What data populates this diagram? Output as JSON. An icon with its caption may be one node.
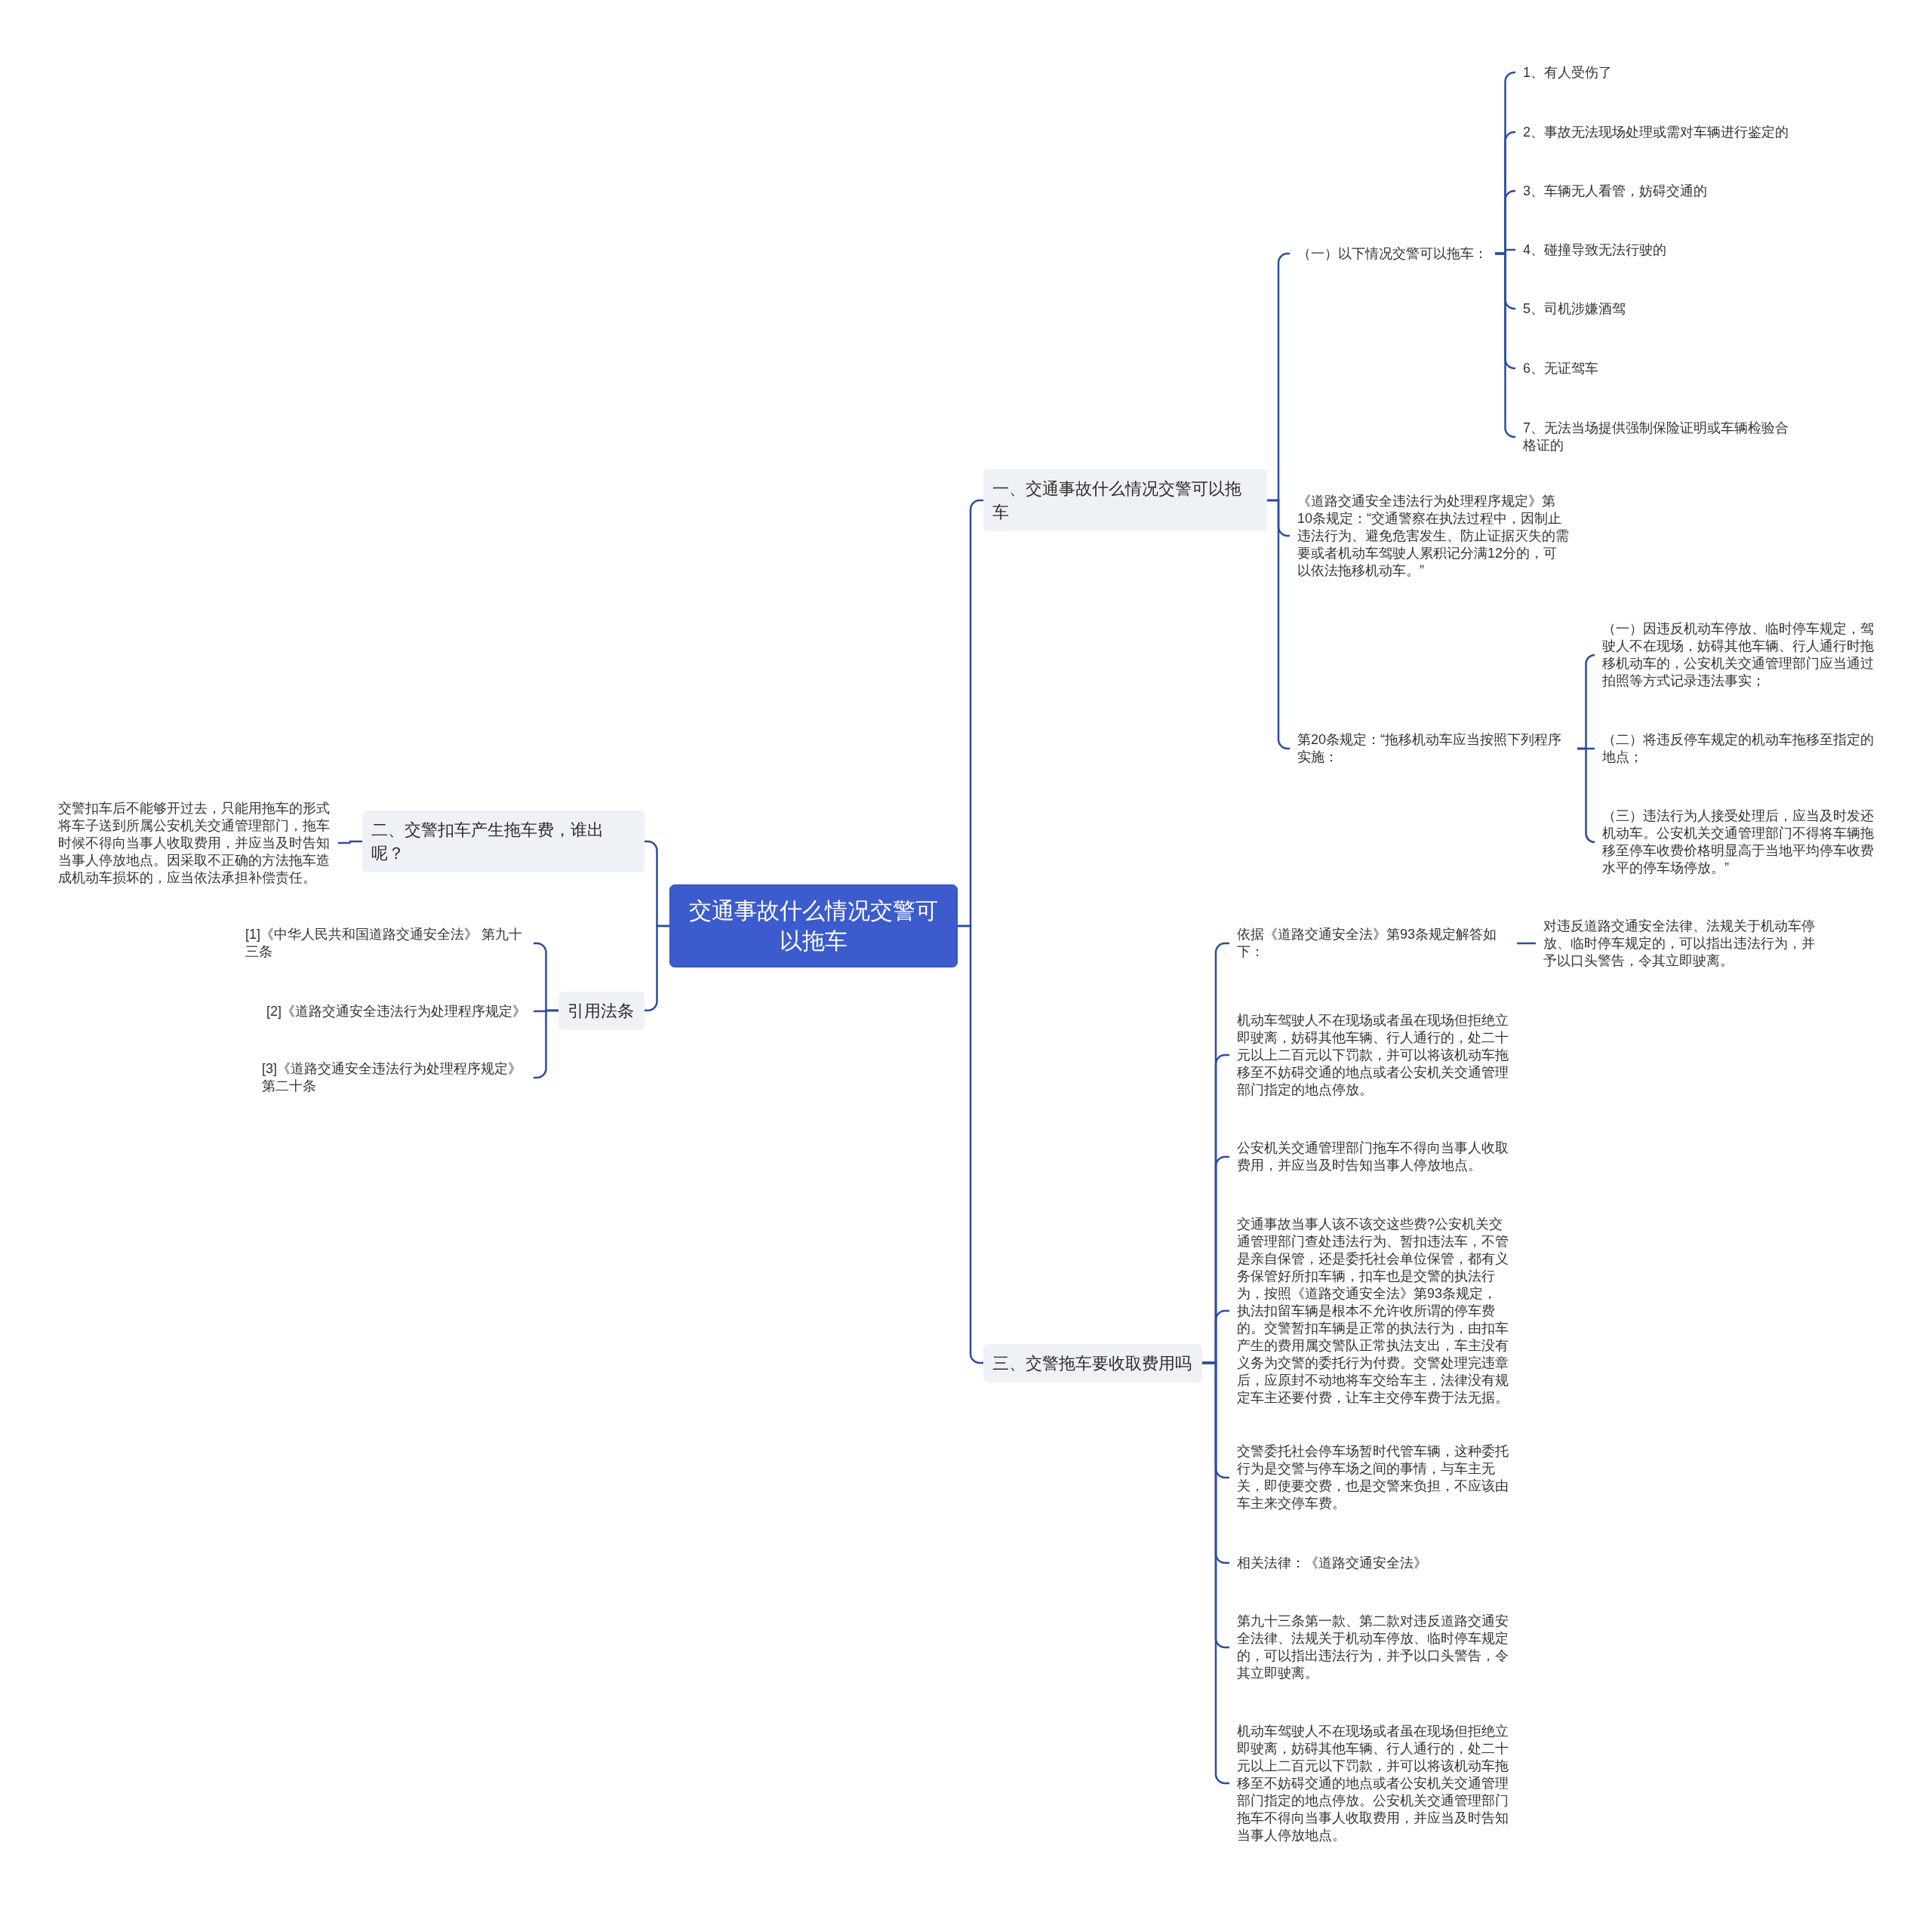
{
  "diagram": {
    "nodes": [
      {
        "text": [
          "交通事故什么情况交警可以拖车"
        ]
      },
      {
        "text": [
          "一、交通事故什么情况交警可以拖车"
        ]
      },
      {
        "text": [
          "（一）以下情况交警可以拖车："
        ]
      },
      {
        "text": [
          "1、有人受伤了"
        ]
      },
      {
        "text": [
          "2、事故无法现场处理或需对车辆进行鉴定的"
        ]
      },
      {
        "text": [
          "3、车辆无人看管，妨碍交通的"
        ]
      },
      {
        "text": [
          "4、碰撞导致无法行驶的"
        ]
      },
      {
        "text": [
          "5、司机涉嫌酒驾"
        ]
      },
      {
        "text": [
          "6、无证驾车"
        ]
      },
      {
        "text": [
          "7、无法当场提供强制保险证明或车辆检验合格证的"
        ]
      },
      {
        "text": [
          "《道路交通安全违法行为处理程序规定》第10条规定：“交通警察在执法过程中，因制止违法行为、避免危害发生、防止证据灭失的需要或者机动车驾驶人累积记分满12分的，可以依法拖移机动车。”"
        ]
      },
      {
        "text": [
          "第20条规定：“拖移机动车应当按照下列程序实施："
        ]
      },
      {
        "text": [
          "（一）因违反机动车停放、临时停车规定，驾驶人不在现场，妨碍其他车辆、行人通行时拖移机动车的，公安机关交通管理部门应当通过拍照等方式记录违法事实；"
        ]
      },
      {
        "text": [
          "（二）将违反停车规定的机动车拖移至指定的地点；"
        ]
      },
      {
        "text": [
          "（三）违法行为人接受处理后，应当及时发还机动车。公安机关交通管理部门不得将车辆拖移至停车收费价格明显高于当地平均停车收费水平的停车场停放。”"
        ]
      },
      {
        "text": [
          "二、交警扣车产生拖车费，谁出呢？"
        ]
      },
      {
        "text": [
          "交警扣车后不能够开过去，只能用拖车的形式将车子送到所属公安机关交通管理部门，拖车时候不得向当事人收取费用，并应当及时告知当事人停放地点。因采取不正确的方法拖车造成机动车损坏的，应当依法承担补偿责任。"
        ]
      },
      {
        "text": [
          "引用法条"
        ]
      },
      {
        "text": [
          "[1]《中华人民共和国道路交通安全法》 第九十三条"
        ]
      },
      {
        "text": [
          "[2]《道路交通安全违法行为处理程序规定》"
        ]
      },
      {
        "text": [
          "[3]《道路交通安全违法行为处理程序规定》第二十条"
        ]
      },
      {
        "text": [
          "三、交警拖车要收取费用吗"
        ]
      },
      {
        "text": [
          "依据《道路交通安全法》第93条规定解答如下："
        ]
      },
      {
        "text": [
          "对违反道路交通安全法律、法规关于机动车停放、临时停车规定的，可以指出违法行为，并予以口头警告，令其立即驶离。"
        ]
      },
      {
        "text": [
          "机动车驾驶人不在现场或者虽在现场但拒绝立即驶离，妨碍其他车辆、行人通行的，处二十元以上二百元以下罚款，并可以将该机动车拖移至不妨碍交通的地点或者公安机关交通管理部门指定的地点停放。"
        ]
      },
      {
        "text": [
          "公安机关交通管理部门拖车不得向当事人收取费用，并应当及时告知当事人停放地点。"
        ]
      },
      {
        "text": [
          "交通事故当事人该不该交这些费?公安机关交通管理部门查处违法行为、暂扣违法车，不管是亲自保管，还是委托社会单位保管，都有义务保管好所扣车辆，扣车也是交警的执法行为，按照《道路交通安全法》第93条规定，执法扣留车辆是根本不允许收所谓的停车费的。交警暂扣车辆是正常的执法行为，由扣车产生的费用属交警队正常执法支出，车主没有义务为交警的委托行为付费。交警处理完违章后，应原封不动地将车交给车主，法律没有规定车主还要付费，让车主交停车费于法无据。"
        ]
      },
      {
        "text": [
          "交警委托社会停车场暂时代管车辆，这种委托行为是交警与停车场之间的事情，与车主无关，即使要交费，也是交警来负担，不应该由车主来交停车费。"
        ]
      },
      {
        "text": [
          "相关法律：《道路交通安全法》"
        ]
      },
      {
        "text": [
          "第九十三条第一款、第二款对违反道路交通安全法律、法规关于机动车停放、临时停车规定的，可以指出违法行为，并予以口头警告，令其立即驶离。"
        ]
      },
      {
        "text": [
          "机动车驾驶人不在现场或者虽在现场但拒绝立即驶离，妨碍其他车辆、行人通行的，处二十元以上二百元以下罚款，并可以将该机动车拖移至不妨碍交通的地点或者公安机关交通管理部门指定的地点停放。公安机关交通管理部门拖车不得向当事人收取费用，并应当及时告知当事人停放地点。"
        ]
      }
    ],
    "edges": [
      {
        "from": 0,
        "to": 1,
        "arrow": "none"
      },
      {
        "from": 1,
        "to": 2,
        "arrow": "none"
      },
      {
        "from": 2,
        "to": 3,
        "arrow": "none"
      },
      {
        "from": 2,
        "to": 4,
        "arrow": "none"
      },
      {
        "from": 2,
        "to": 5,
        "arrow": "none"
      },
      {
        "from": 2,
        "to": 6,
        "arrow": "none"
      },
      {
        "from": 2,
        "to": 7,
        "arrow": "none"
      },
      {
        "from": 2,
        "to": 8,
        "arrow": "none"
      },
      {
        "from": 2,
        "to": 9,
        "arrow": "none"
      },
      {
        "from": 1,
        "to": 10,
        "arrow": "none"
      },
      {
        "from": 1,
        "to": 11,
        "arrow": "none"
      },
      {
        "from": 11,
        "to": 12,
        "arrow": "none"
      },
      {
        "from": 11,
        "to": 13,
        "arrow": "none"
      },
      {
        "from": 11,
        "to": 14,
        "arrow": "none"
      },
      {
        "from": 0,
        "to": 15,
        "arrow": "none"
      },
      {
        "from": 15,
        "to": 16,
        "arrow": "none"
      },
      {
        "from": 0,
        "to": 17,
        "arrow": "none"
      },
      {
        "from": 17,
        "to": 18,
        "arrow": "none"
      },
      {
        "from": 17,
        "to": 19,
        "arrow": "none"
      },
      {
        "from": 17,
        "to": 20,
        "arrow": "none"
      },
      {
        "from": 0,
        "to": 21,
        "arrow": "none"
      },
      {
        "from": 21,
        "to": 22,
        "arrow": "none"
      },
      {
        "from": 22,
        "to": 23,
        "arrow": "none"
      },
      {
        "from": 21,
        "to": 24,
        "arrow": "none"
      },
      {
        "from": 21,
        "to": 25,
        "arrow": "none"
      },
      {
        "from": 21,
        "to": 26,
        "arrow": "none"
      },
      {
        "from": 21,
        "to": 27,
        "arrow": "none"
      },
      {
        "from": 21,
        "to": 28,
        "arrow": "none"
      },
      {
        "from": 21,
        "to": 29,
        "arrow": "none"
      },
      {
        "from": 21,
        "to": 30,
        "arrow": "none"
      }
    ]
  }
}
